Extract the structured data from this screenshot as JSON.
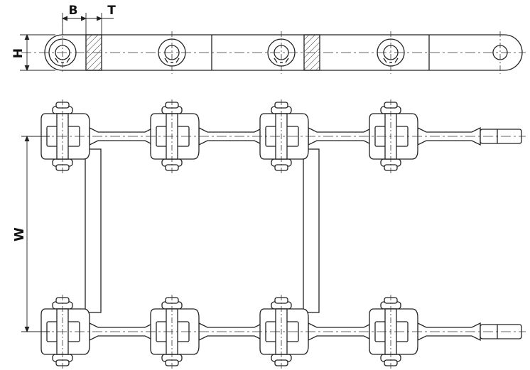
{
  "dimensions": {
    "pitch_width_label": "B",
    "plate_thickness_label": "T",
    "height_label": "H",
    "chain_width_label": "W"
  },
  "colors": {
    "line": "#222222",
    "center_line": "#333333",
    "hatch": "#444444",
    "background": "#ffffff"
  }
}
